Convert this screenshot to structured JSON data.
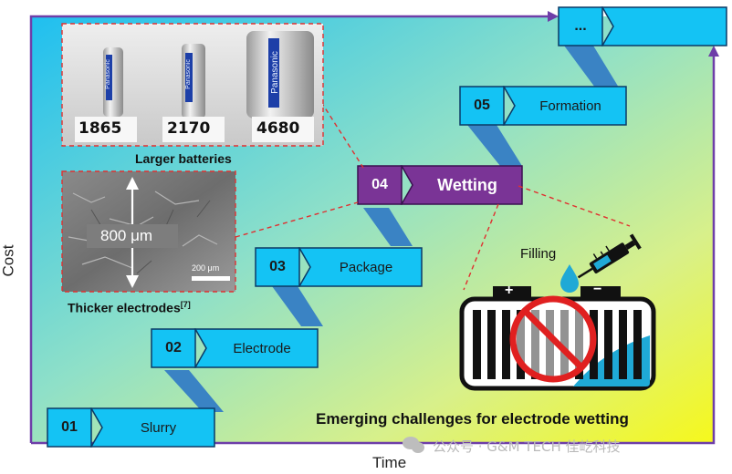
{
  "axes": {
    "x_label": "Time",
    "y_label": "Cost"
  },
  "steps": [
    {
      "num": "01",
      "label": "Slurry"
    },
    {
      "num": "02",
      "label": "Electrode"
    },
    {
      "num": "03",
      "label": "Package"
    },
    {
      "num": "04",
      "label": "Wetting"
    },
    {
      "num": "05",
      "label": "Formation"
    },
    {
      "num": "...",
      "label": ""
    }
  ],
  "battery_photo": {
    "cells": [
      "1865",
      "2170",
      "4680"
    ],
    "brand": "Panasonic",
    "caption": "Larger batteries"
  },
  "sem_image": {
    "thickness": "800 μm",
    "scale_bar": "200 μm",
    "caption": "Thicker electrodes",
    "ref": "[7]"
  },
  "filling": {
    "label": "Filling",
    "plus": "+",
    "minus": "−"
  },
  "challenge_text": "Emerging challenges for electrode wetting",
  "watermark": "公众号 · G&M TECH 佳屹科技",
  "colors": {
    "step_fill": "#14c3f4",
    "step_stroke": "#0b3a66",
    "connector": "#3a83c4",
    "wetting": "#7a3496",
    "frame": "#6e3ea8",
    "callout": "#e03030"
  }
}
